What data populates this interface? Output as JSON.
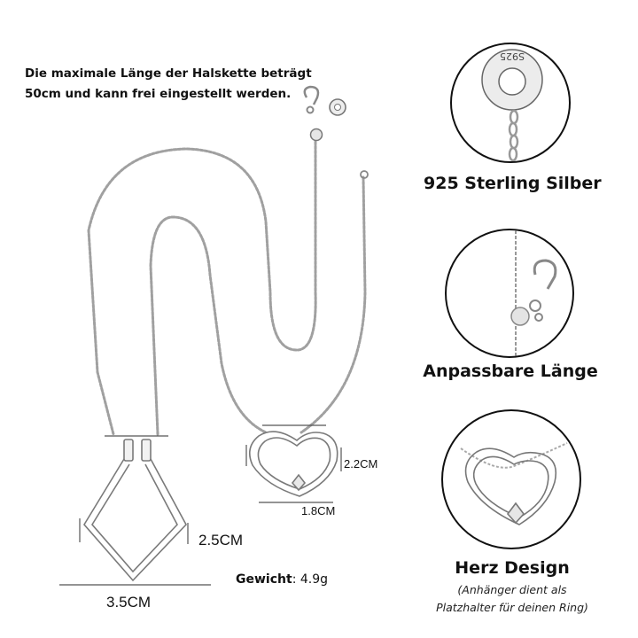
{
  "intro": {
    "line1": "Die maximale Länge der Halskette beträgt",
    "line2": "50cm und kann frei eingestellt werden."
  },
  "dimensions": {
    "pendant_height": "2.5CM",
    "pendant_width": "3.5CM",
    "heart_height": "2.2CM",
    "heart_width": "1.8CM"
  },
  "weight": {
    "label": "Gewicht",
    "value": "4.9g"
  },
  "features": [
    {
      "title": "925 Sterling Silber",
      "stamp": "S925",
      "icon": "silver-ring-tag-icon"
    },
    {
      "title": "Anpassbare Länge",
      "icon": "adjustable-clasp-icon"
    },
    {
      "title": "Herz Design",
      "subtitle_line1": "(Anhänger dient als",
      "subtitle_line2": "Platzhalter für deinen Ring)",
      "icon": "heart-pendant-icon"
    }
  ],
  "colors": {
    "silver": "#9a9a9a",
    "silver_light": "#d8d8d8",
    "outline": "#111111",
    "background": "#ffffff"
  }
}
